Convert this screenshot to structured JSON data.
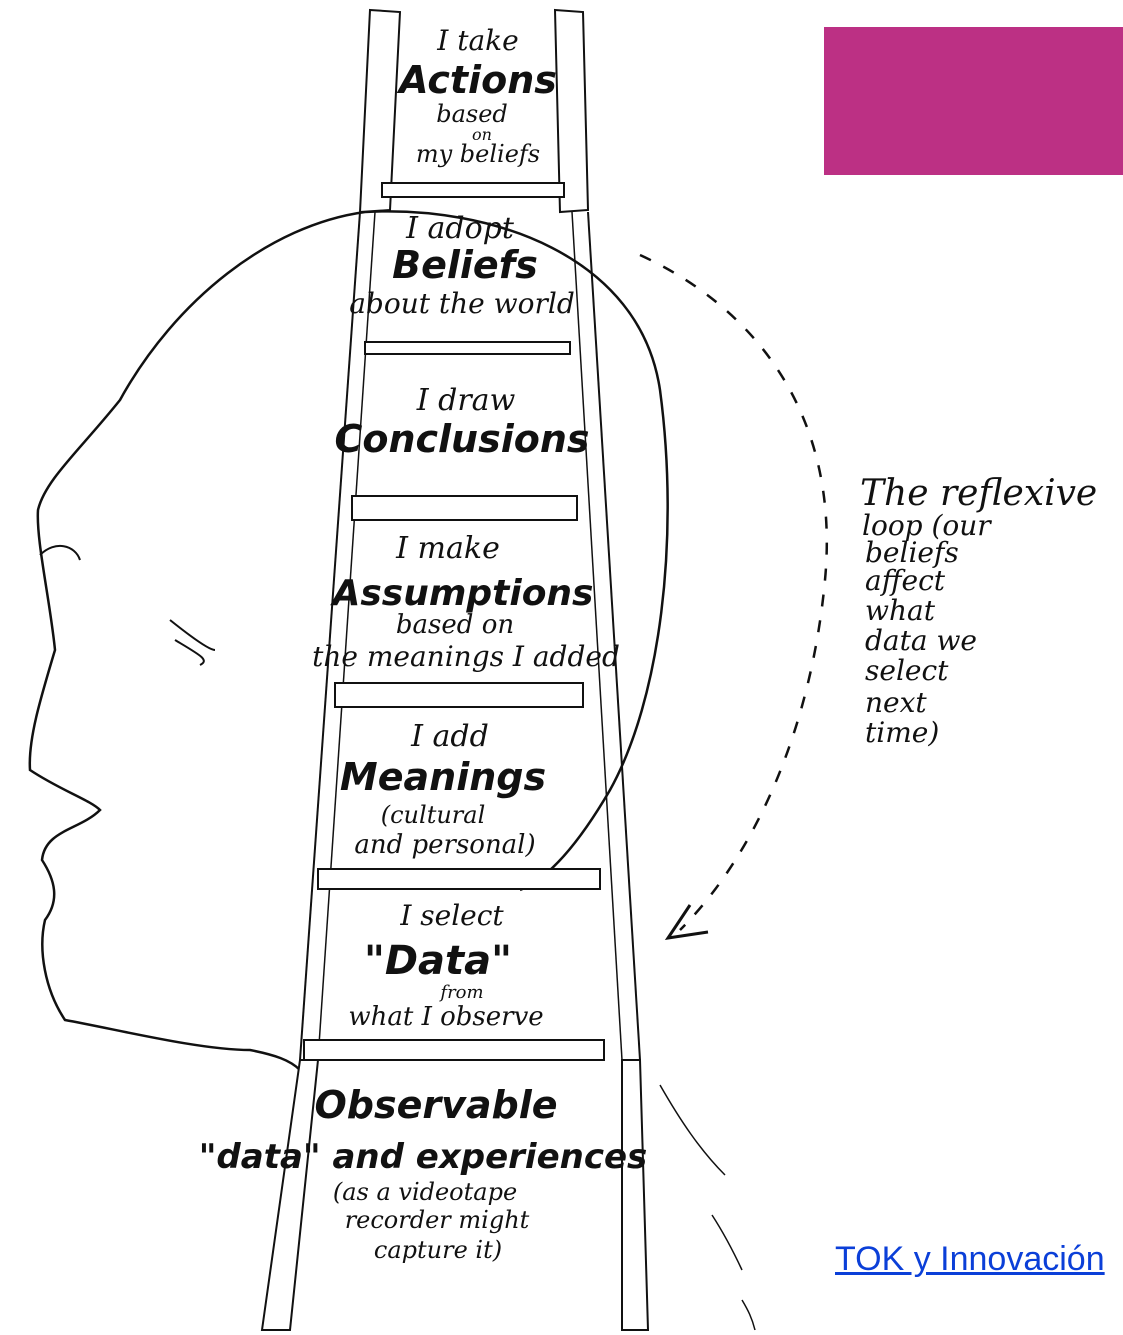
{
  "rungs": [
    {
      "line1": "I take",
      "main": "Actions",
      "line3": "based",
      "line4": "on",
      "line5": "my beliefs"
    },
    {
      "line1": "I adopt",
      "main": "Beliefs",
      "line3": "about the world"
    },
    {
      "line1": "I draw",
      "main": "Conclusions"
    },
    {
      "line1": "I make",
      "main": "Assumptions",
      "line3": "based on",
      "line4": "the meanings I added"
    },
    {
      "line1": "I add",
      "main": "Meanings",
      "line3": "(cultural",
      "line4": "and personal)"
    },
    {
      "line1": "I select",
      "main": "\"Data\"",
      "line3": "from",
      "line4": "what I observe"
    },
    {
      "main": "Observable",
      "line2": "\"data\" and experiences",
      "line3": "(as a videotape",
      "line4": "recorder might",
      "line5": "capture it)"
    }
  ],
  "loop_note": {
    "title": "The reflexive",
    "lines": [
      "loop (our",
      "beliefs",
      "affect",
      "what",
      "data we",
      "select",
      "next",
      "time)"
    ]
  },
  "credit_link": "TOK y Innovación",
  "colors": {
    "accent": "#bc3084",
    "link": "#0b3fd8",
    "ink": "#111111"
  }
}
